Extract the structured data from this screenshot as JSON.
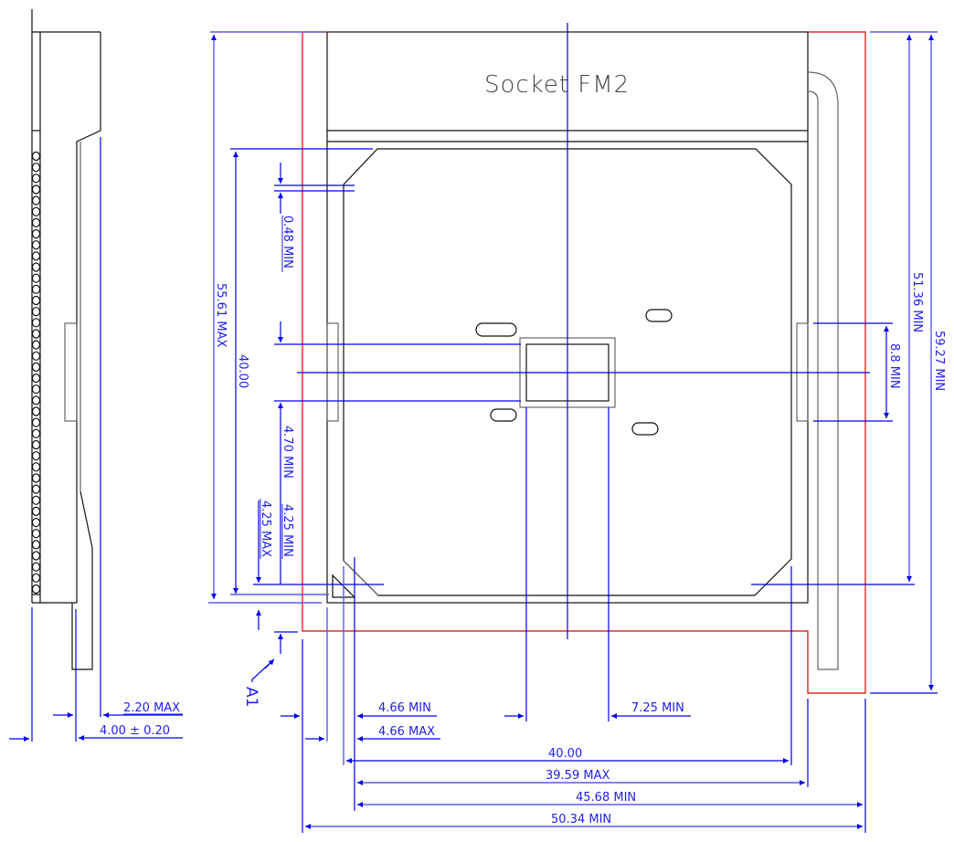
{
  "drawing": {
    "title": "Socket FM2",
    "colors": {
      "outline": "#111111",
      "hidden_edge": "#666666",
      "keepout": "#e00000",
      "dimension": "#0000ee"
    },
    "side_view": {
      "pin_holes": 40,
      "dimensions": {
        "height_above_board": "2.20 MAX",
        "total_thickness": "4.00 ± 0.20"
      }
    },
    "top_view": {
      "vertical_dimensions_left": {
        "overall_height": "55.61 MAX",
        "pin_field": "40.00",
        "chamfer_offset": "0.48 MIN",
        "center_to_edge": "4.70 MIN",
        "corner_min": "4.25 MIN",
        "corner_max": "4.25 MAX"
      },
      "vertical_dimensions_right": {
        "lever_height": "51.36 MIN",
        "keepout_height": "59.27 MIN",
        "lever_window": "8.8 MIN"
      },
      "horizontal_dimensions_bottom": {
        "left_offset_min": "4.66 MIN",
        "left_offset_max": "4.66 MAX",
        "cavity_right": "7.25 MIN",
        "pin_field": "40.00",
        "body_width": "39.59 MAX",
        "lever_width": "45.68 MIN",
        "keepout_width": "50.34 MIN"
      },
      "pin1_marker": "A1"
    }
  }
}
